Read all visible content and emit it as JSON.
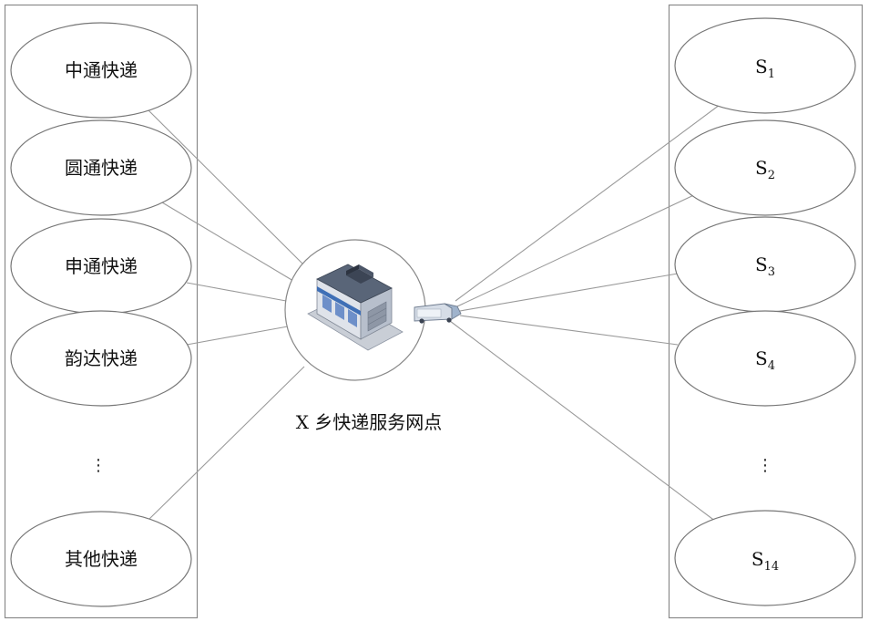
{
  "left_group": {
    "companies": [
      {
        "label": "中通快递"
      },
      {
        "label": "圆通快递"
      },
      {
        "label": "申通快递"
      },
      {
        "label": "韵达快递"
      },
      {
        "label": "其他快递"
      }
    ],
    "ellipsis": "⋮"
  },
  "hub": {
    "label": "X 乡快递服务网点",
    "icon": "building-icon",
    "vehicle_icon": "delivery-van-icon"
  },
  "right_group": {
    "stations": [
      {
        "letter": "S",
        "sub": "1"
      },
      {
        "letter": "S",
        "sub": "2"
      },
      {
        "letter": "S",
        "sub": "3"
      },
      {
        "letter": "S",
        "sub": "4"
      },
      {
        "letter": "S",
        "sub": "14"
      }
    ],
    "ellipsis": "⋮"
  }
}
